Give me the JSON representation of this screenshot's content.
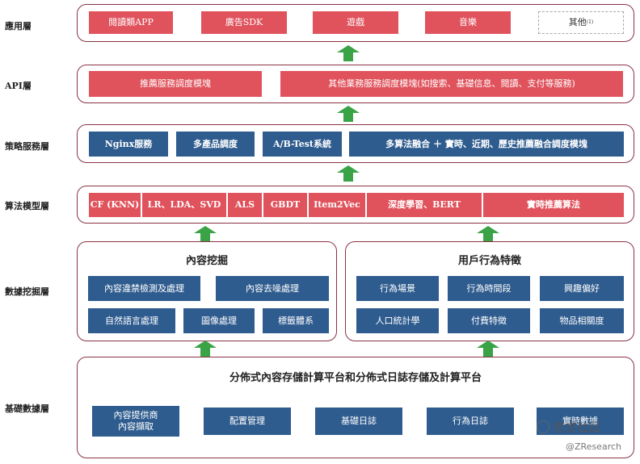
{
  "layers": {
    "app": "應用層",
    "api": "API層",
    "strategy": "策略服務層",
    "algorithm": "算法模型層",
    "mining": "數據挖掘層",
    "base": "基礎數據層"
  },
  "app_layer": {
    "items": [
      "閱讀類APP",
      "廣告SDK",
      "遊戲",
      "音樂"
    ],
    "other": "其他",
    "other_note": "(1)"
  },
  "api_layer": {
    "items": [
      "推薦服務調度模塊",
      "其他業務服務調度模塊(如搜索、基礎信息、閱讀、支付等服務)"
    ]
  },
  "strategy_layer": {
    "items": [
      "Nginx服務",
      "多產品調度",
      "A/B-Test系統",
      "多算法融合 ＋ 實時、近期、歷史推薦融合調度模塊"
    ]
  },
  "algorithm_layer": {
    "items": [
      "CF (KNN)",
      "LR、LDA、SVD",
      "ALS",
      "GBDT",
      "Item2Vec",
      "深度學習、BERT",
      "實時推薦算法"
    ]
  },
  "mining_layer": {
    "content_title": "內容挖掘",
    "content_items": [
      "內容違禁檢測及處理",
      "內容去噪處理",
      "自然語言處理",
      "圖像處理",
      "標籤體系"
    ],
    "user_title": "用戶行為特徵",
    "user_items": [
      "行為場景",
      "行為時間段",
      "興趣偏好",
      "人口統計學",
      "付費特徵",
      "物品相關度"
    ]
  },
  "base_layer": {
    "title": "分佈式內容存儲計算平台和分佈式日誌存儲及計算平台",
    "items": [
      "內容提供商",
      "內容擷取",
      "配置管理",
      "基礎日誌",
      "行為日誌",
      "實時數據"
    ]
  },
  "watermark": {
    "logo": "老虎社区",
    "handle": "@ZResearch"
  },
  "colors": {
    "red": "#e0525c",
    "blue": "#2f5c8f",
    "border": "#8a3346",
    "arrow": "#3aa346"
  }
}
